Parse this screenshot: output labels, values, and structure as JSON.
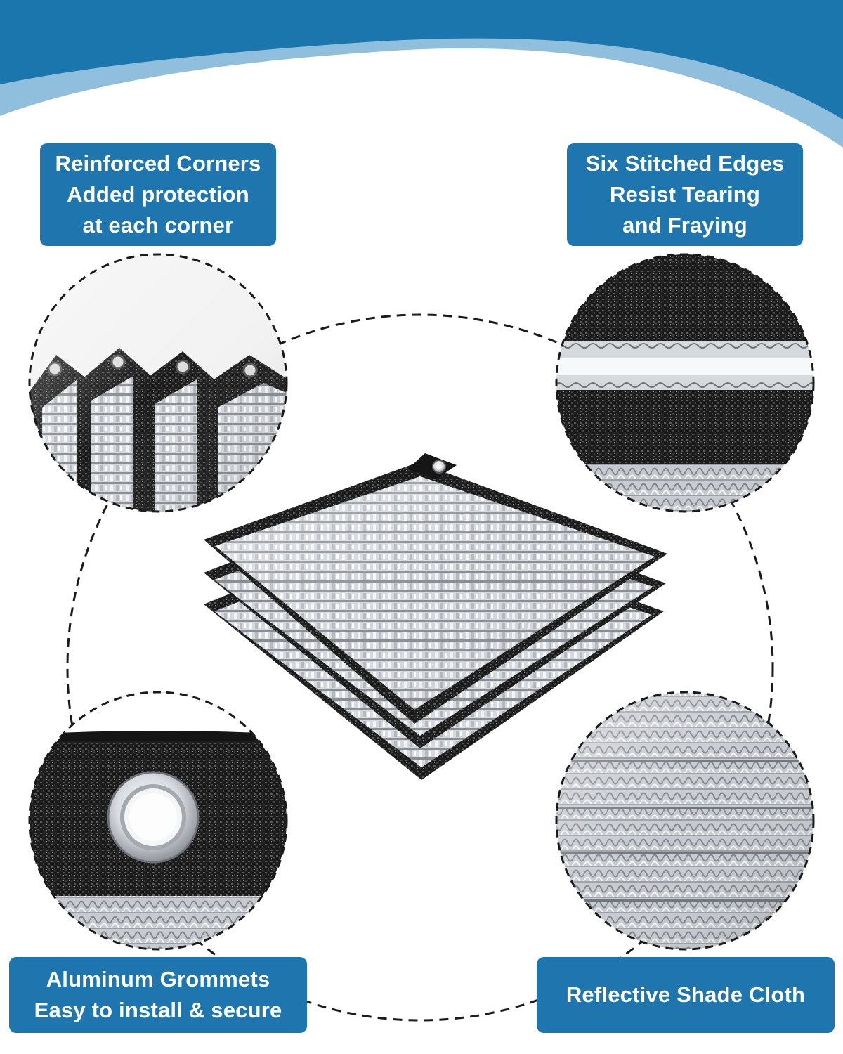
{
  "features": {
    "corners": {
      "lines": [
        "Reinforced Corners",
        "Added protection",
        "at each corner"
      ]
    },
    "edges": {
      "lines": [
        "Six Stitched Edges",
        "Resist Tearing",
        "and Fraying"
      ]
    },
    "grommets": {
      "lines": [
        "Aluminum Grommets",
        "Easy to install & secure"
      ]
    },
    "cloth": {
      "lines": [
        "Reflective Shade Cloth"
      ]
    }
  },
  "colors": {
    "banner_dark": "#1b76ad",
    "banner_light": "#8fbfdc",
    "label_bg": "#1f76ae",
    "label_text": "#ffffff",
    "net_black": "#1c1c1c",
    "foil_silver": "#c9ccd0"
  }
}
